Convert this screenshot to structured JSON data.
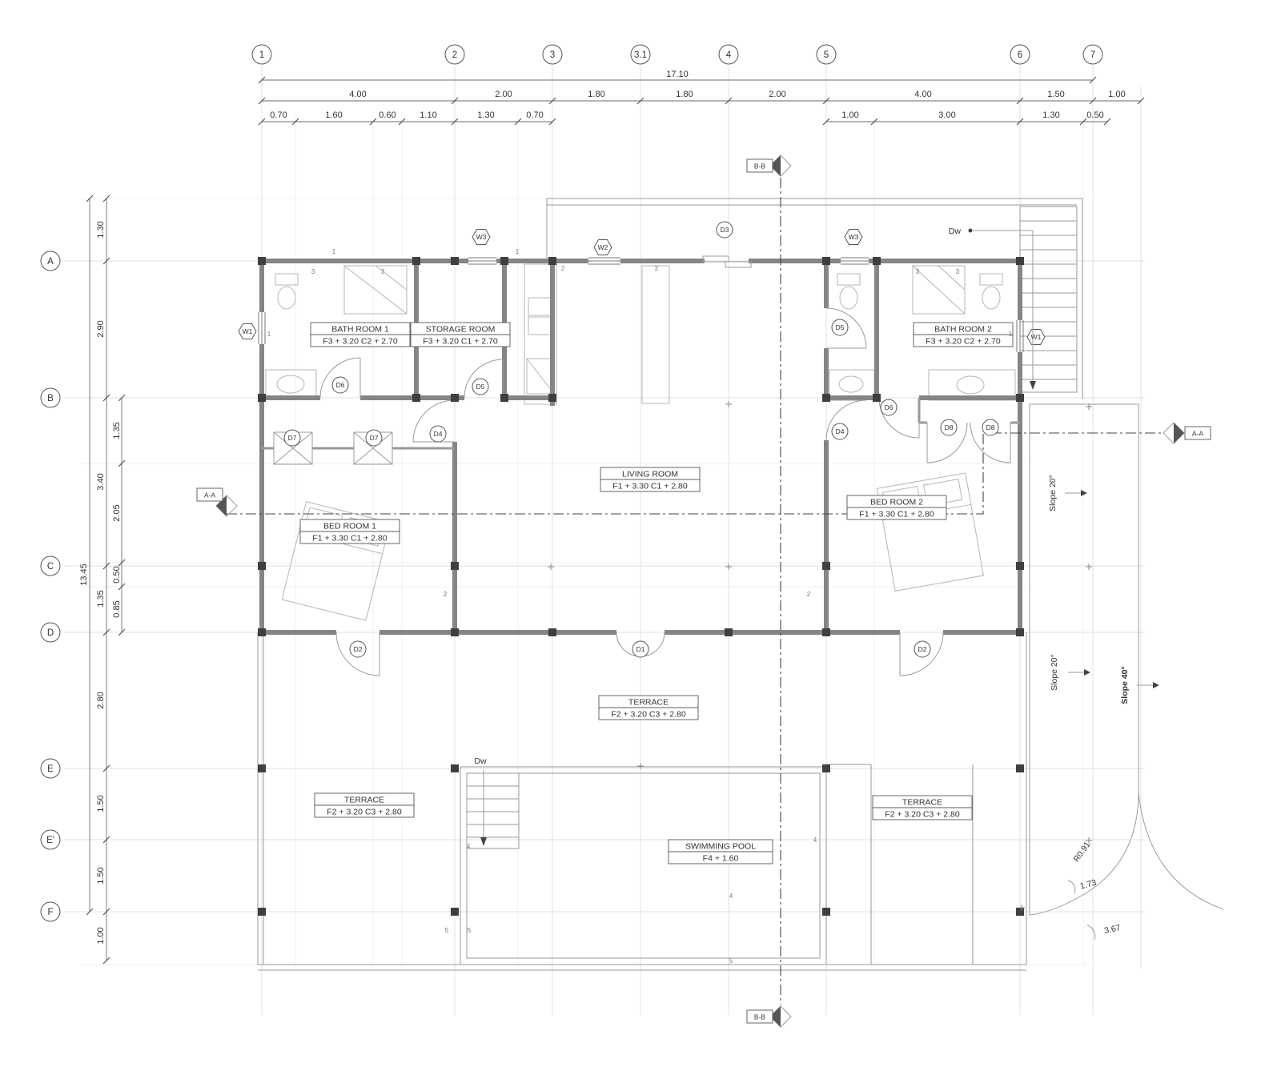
{
  "drawing": {
    "grid_columns": [
      "1",
      "2",
      "3",
      "3.1",
      "4",
      "5",
      "6",
      "7"
    ],
    "grid_rows": [
      "A",
      "B",
      "C",
      "D",
      "E",
      "E'",
      "F"
    ],
    "dims": {
      "top_total": "17.10",
      "top_major": [
        "4.00",
        "2.00",
        "1.80",
        "1.80",
        "2.00",
        "4.00",
        "1.50",
        "1.00"
      ],
      "top_minor": [
        "0.70",
        "1.60",
        "0.60",
        "1.10",
        "1.30",
        "0.70",
        "1.00",
        "3.00",
        "1.30",
        "0.50"
      ],
      "left_total": "13.45",
      "left_major": [
        "1.30",
        "2.90",
        "3.40",
        "1.35",
        "2.80",
        "1.50",
        "1.50",
        "1.00"
      ],
      "left_minor": [
        "1.35",
        "2.05",
        "0.50",
        "0.85"
      ]
    },
    "rooms": {
      "bath1": {
        "name": "BATH ROOM 1",
        "spec": "F3 + 3.20 C2 + 2.70"
      },
      "storage": {
        "name": "STORAGE ROOM",
        "spec": "F3 + 3.20 C1 + 2.70"
      },
      "bath2": {
        "name": "BATH ROOM 2",
        "spec": "F3 + 3.20 C2 + 2.70"
      },
      "living": {
        "name": "LIVING ROOM",
        "spec": "F1 + 3.30 C1 + 2.80"
      },
      "bed1": {
        "name": "BED ROOM 1",
        "spec": "F1 + 3.30 C1 + 2.80"
      },
      "bed2": {
        "name": "BED ROOM 2",
        "spec": "F1 + 3.30 C1 + 2.80"
      },
      "terrace": {
        "name": "TERRACE",
        "spec": "F2 + 3.20 C3 + 2.80"
      },
      "pool": {
        "name": "SWIMMING POOL",
        "spec": "F4 + 1.60"
      }
    },
    "tags": {
      "d1": "D1",
      "d2": "D2",
      "d3": "D3",
      "d4": "D4",
      "d5": "D5",
      "d6": "D6",
      "d7": "D7",
      "d8": "D8",
      "w1": "W1",
      "w2": "W2",
      "w3": "W3"
    },
    "sections": {
      "aa": "A-A",
      "bb": "B-B"
    },
    "annotations": {
      "slope20": "Slope 20°",
      "slope40": "Slope 40°",
      "dw": "Dw",
      "r091": "R0.91",
      "a173": "1.73",
      "a367": "3.67"
    },
    "marks": [
      "1",
      "2",
      "3",
      "4",
      "5"
    ]
  }
}
